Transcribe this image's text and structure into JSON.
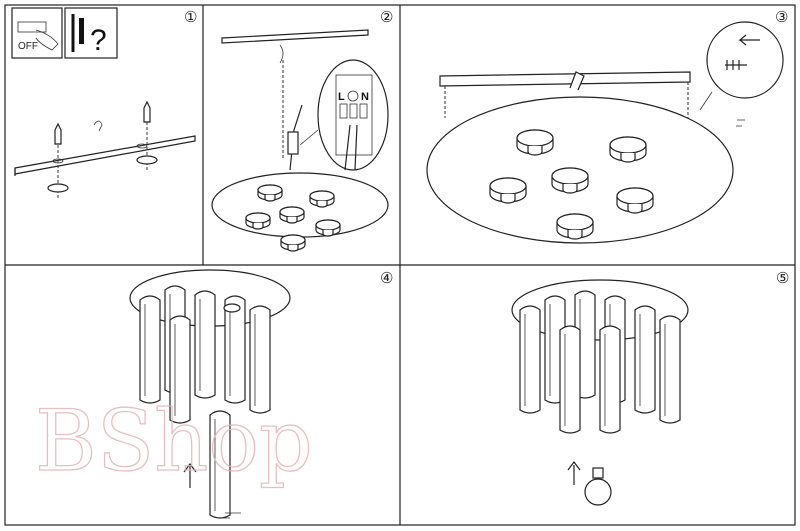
{
  "steps": [
    {
      "number": "①",
      "icons": [
        "power-off-switch",
        "screw-and-plug-question"
      ],
      "labels": {
        "off": "OFF",
        "question": "?"
      }
    },
    {
      "number": "②",
      "terminal_labels": {
        "live": "L",
        "neutral": "N"
      }
    },
    {
      "number": "③"
    },
    {
      "number": "④"
    },
    {
      "number": "⑤"
    }
  ],
  "watermark": "BShop",
  "colors": {
    "line": "#222222",
    "watermark": "#e3b5b8"
  }
}
